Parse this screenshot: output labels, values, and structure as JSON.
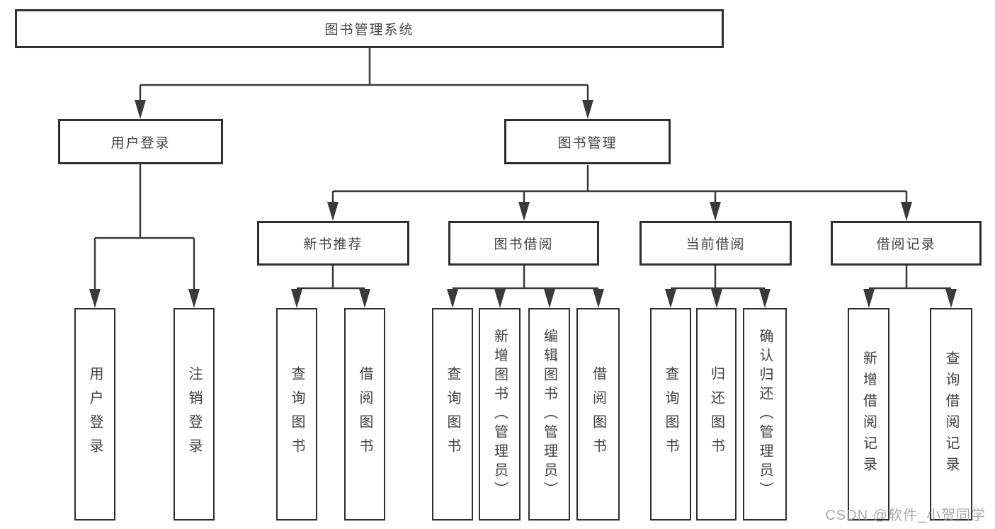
{
  "colors": {
    "line": "#3a3a3a",
    "border": "#2e2e2e",
    "text": "#424242",
    "watermark": "#9b9b9b",
    "background": "#ffffff"
  },
  "tree": {
    "root": "图书管理系统",
    "user_login": {
      "label": "用户登录",
      "children": [
        "用户登录",
        "注销登录"
      ]
    },
    "book_mgmt": {
      "label": "图书管理"
    },
    "new_books": {
      "label": "新书推荐",
      "children": [
        "查询图书",
        "借阅图书"
      ]
    },
    "borrowing": {
      "label": "图书借阅",
      "children": [
        "查询图书",
        "新增图书（管理员）",
        "编辑图书（管理员）",
        "借阅图书"
      ]
    },
    "current": {
      "label": "当前借阅",
      "children": [
        "查询图书",
        "归还图书",
        "确认归还（管理员）"
      ]
    },
    "records": {
      "label": "借阅记录",
      "children": [
        "新增借阅记录",
        "查询借阅记录"
      ]
    }
  },
  "watermark": "CSDN @软件_小贺同学"
}
